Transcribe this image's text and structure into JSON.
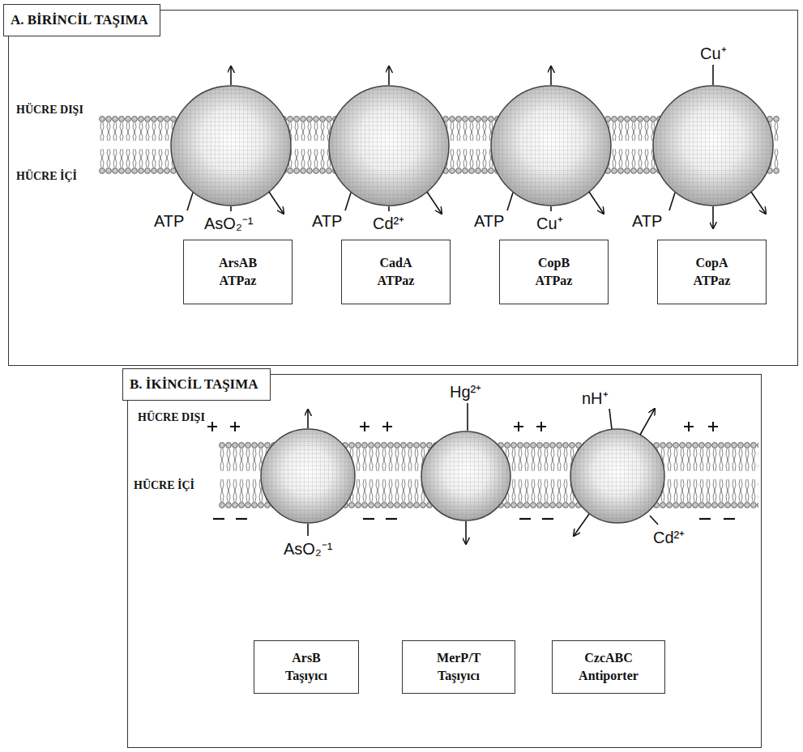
{
  "diagram": {
    "nodes": [
      {
        "text": [
          "A. BİRİNCİL TAŞIMA"
        ]
      },
      {
        "text": [
          "ArsAB ATPaz"
        ],
        "in": 0
      },
      {
        "text": [
          "CadA ATPaz"
        ],
        "in": 0
      },
      {
        "text": [
          "CopB ATPaz"
        ],
        "in": 0
      },
      {
        "text": [
          "CopA ATPaz"
        ],
        "in": 0
      },
      {
        "text": [
          "B. İKİNCİL TAŞIMA"
        ]
      },
      {
        "text": [
          "ArsB Taşıyıcı"
        ],
        "in": 5
      },
      {
        "text": [
          "MerP/T Taşıyıcı"
        ],
        "in": 5
      },
      {
        "text": [
          "CzcABC Antiporter"
        ],
        "in": 5
      }
    ],
    "labels": [
      "HÜCRE DIŞI",
      "HÜCRE İÇİ",
      "ATP",
      "AsO₂⁻¹",
      "ATP",
      "Cd²⁺",
      "ATP",
      "Cu⁺",
      "Cu⁺",
      "ATP",
      "HÜCRE DIŞI",
      "HÜCRE İÇİ",
      "AsO₂⁻¹",
      "Hg²⁺",
      "nH⁺",
      "Cd²⁺"
    ]
  }
}
